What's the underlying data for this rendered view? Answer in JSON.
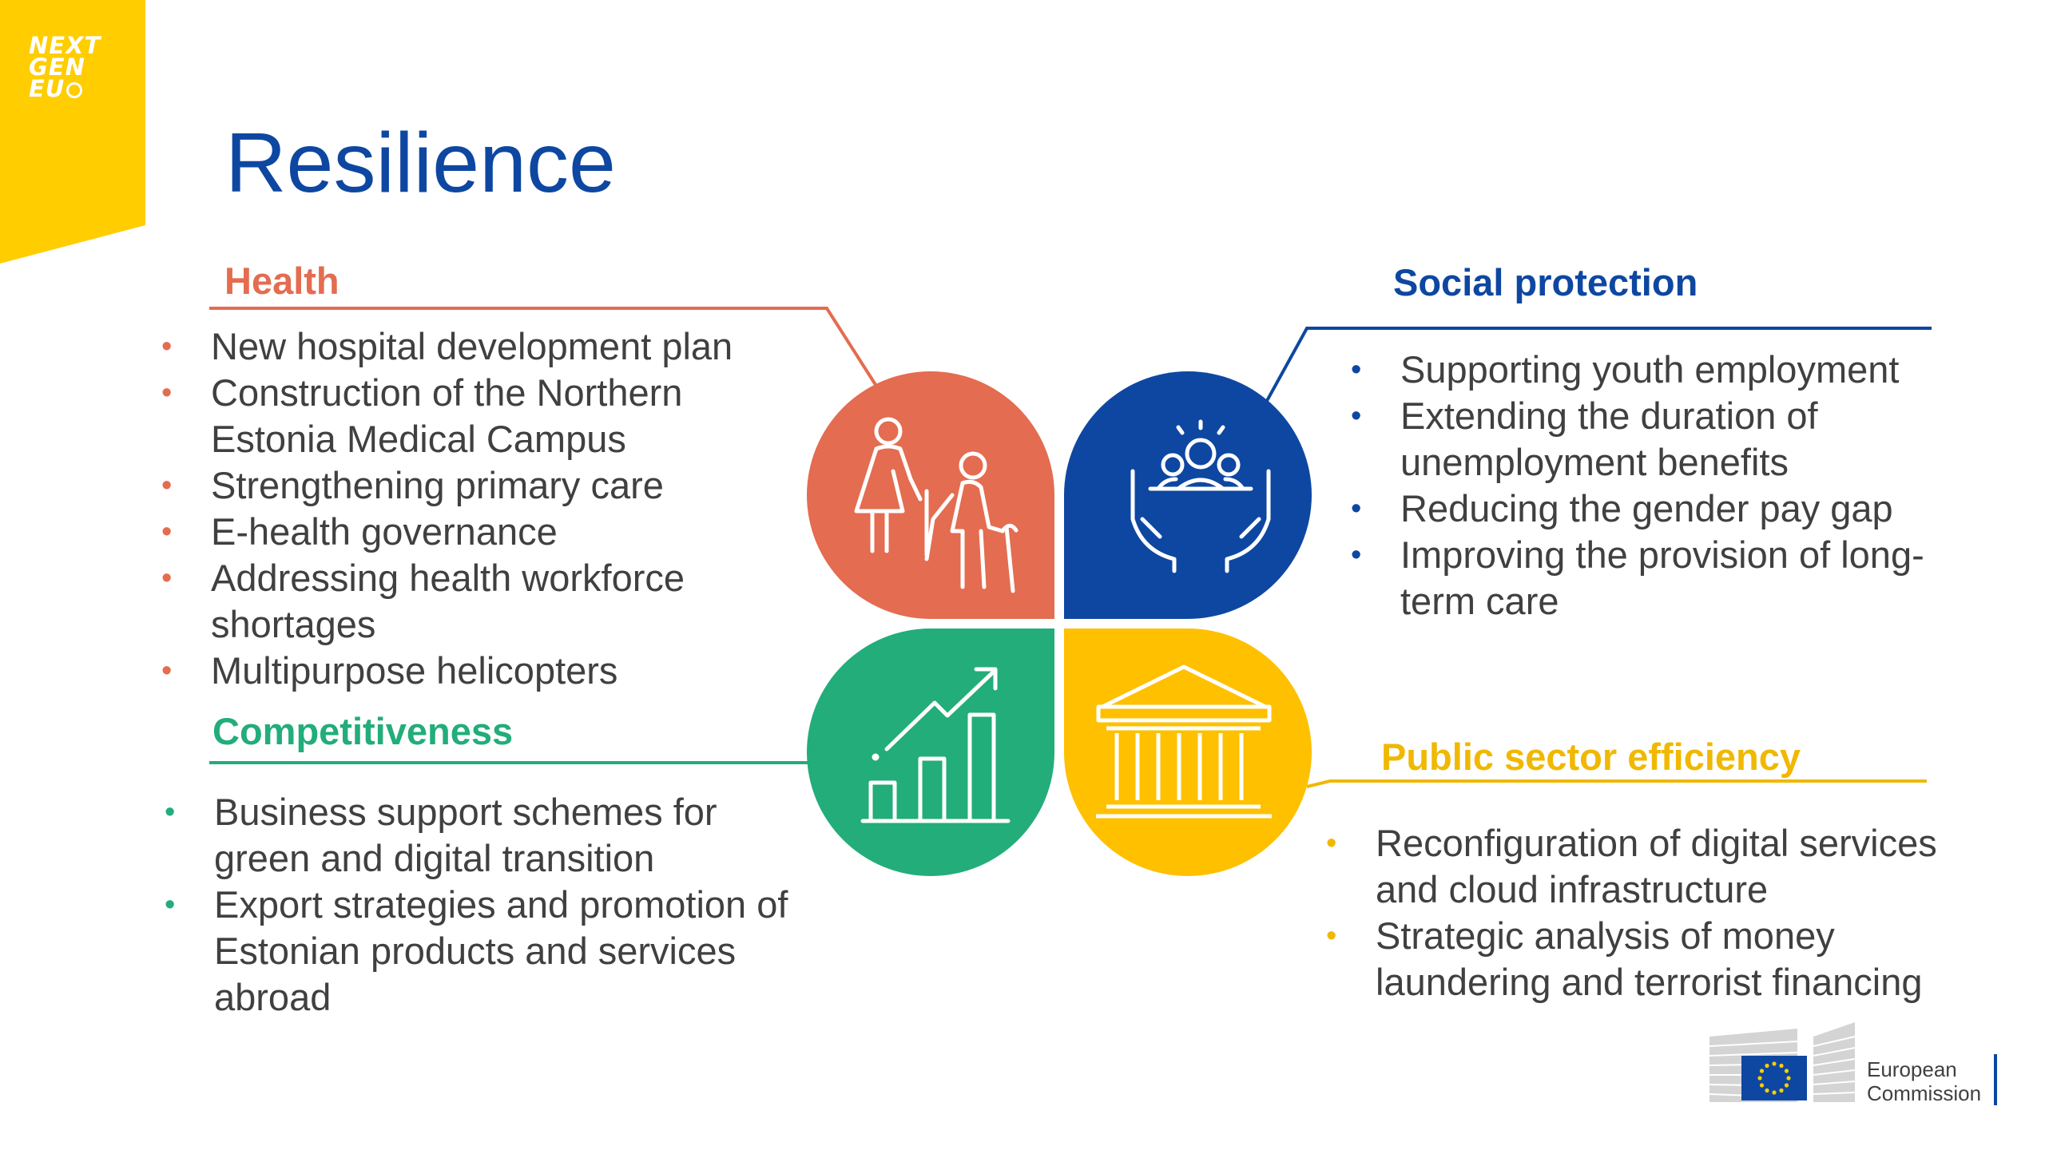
{
  "badge": {
    "line1": "NEXT",
    "line2": "GEN",
    "line3": "EU"
  },
  "title": "Resilience",
  "sections": {
    "health": {
      "heading": "Health",
      "color": "#e46c50",
      "items": [
        "New hospital development plan",
        "Construction of the Northern Estonia Medical Campus",
        "Strengthening primary care",
        "E-health governance",
        "Addressing health workforce shortages",
        "Multipurpose helicopters"
      ]
    },
    "social": {
      "heading": "Social protection",
      "color": "#0e47a1",
      "items": [
        "Supporting youth employment",
        "Extending the duration of unemployment benefits",
        "Reducing the gender pay gap",
        "Improving the provision of long-term care"
      ]
    },
    "competitiveness": {
      "heading": "Competitiveness",
      "color": "#22ad7a",
      "items": [
        "Business support schemes for green and digital transition",
        "Export strategies and promotion of Estonian products and services abroad"
      ]
    },
    "public": {
      "heading": "Public sector efficiency",
      "color": "#f0b800",
      "items": [
        "Reconfiguration of digital services and cloud infrastructure",
        "Strategic analysis of money laundering and terrorist financing"
      ]
    }
  },
  "icons": {
    "health": "elderly-people-icon",
    "social": "people-in-hands-icon",
    "competitiveness": "growth-chart-icon",
    "public": "government-building-icon"
  },
  "logo": {
    "line1": "European",
    "line2": "Commission"
  }
}
